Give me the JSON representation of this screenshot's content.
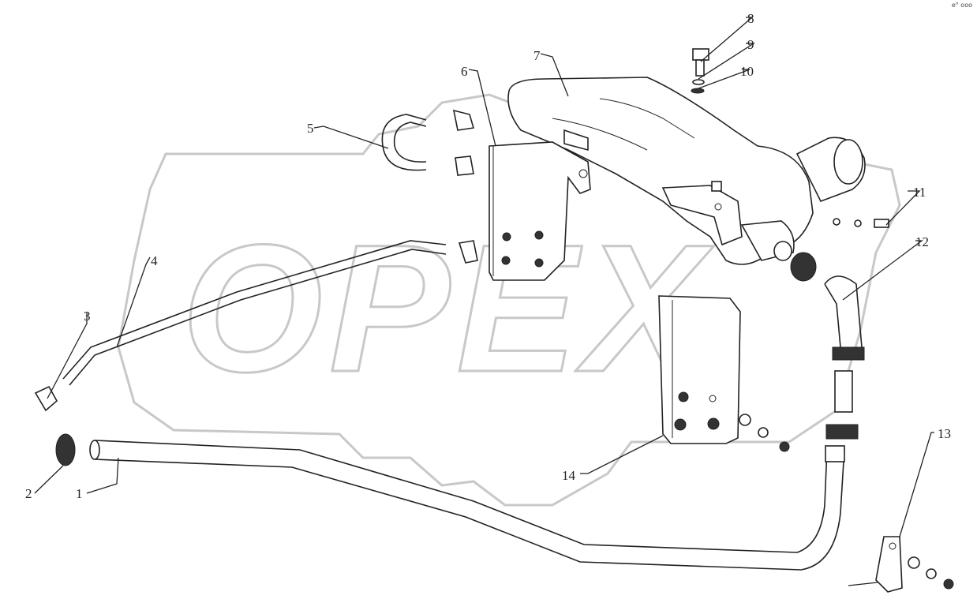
{
  "watermark": {
    "text": "OPEX"
  },
  "corner_mark": "e° ooo",
  "callouts": [
    {
      "id": "1",
      "label": "1"
    },
    {
      "id": "2",
      "label": "2"
    },
    {
      "id": "3",
      "label": "3"
    },
    {
      "id": "4",
      "label": "4"
    },
    {
      "id": "5",
      "label": "5"
    },
    {
      "id": "6",
      "label": "6"
    },
    {
      "id": "7",
      "label": "7"
    },
    {
      "id": "8",
      "label": "8"
    },
    {
      "id": "9",
      "label": "9"
    },
    {
      "id": "10",
      "label": "10"
    },
    {
      "id": "11",
      "label": "11"
    },
    {
      "id": "12",
      "label": "12"
    },
    {
      "id": "13",
      "label": "13"
    },
    {
      "id": "14",
      "label": "14"
    }
  ]
}
